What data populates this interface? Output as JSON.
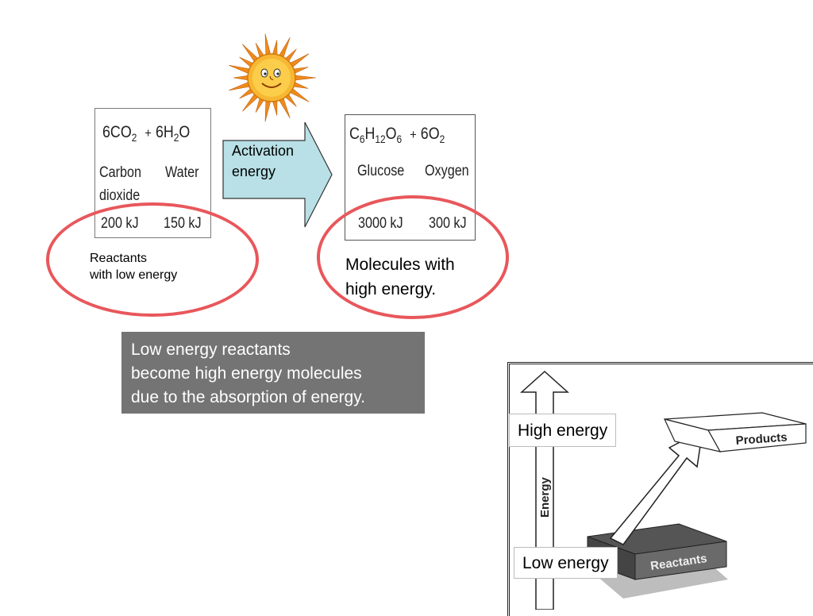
{
  "reactants_box": {
    "formula_a": "6CO",
    "formula_a_sub": "2",
    "plus": "+",
    "formula_b": "6H",
    "formula_b_sub": "2",
    "formula_b_tail": "O",
    "name_a_line1": "Carbon",
    "name_a_line2": "dioxide",
    "name_b": "Water",
    "energy_a": "200 kJ",
    "energy_b": "150 kJ"
  },
  "products_box": {
    "formula_c": "C",
    "formula_c_sub1": "6",
    "formula_c_h": "H",
    "formula_c_sub2": "12",
    "formula_c_o": "O",
    "formula_c_sub3": "6",
    "plus": "+",
    "formula_d": "6O",
    "formula_d_sub": "2",
    "name_c": "Glucose",
    "name_d": "Oxygen",
    "energy_c": "3000 kJ",
    "energy_d": "300 kJ"
  },
  "arrow": {
    "label_line1": "Activation",
    "label_line2": "energy",
    "fill_color": "#b8e0e6"
  },
  "reactants_caption": {
    "line1": "Reactants",
    "line2": "with low energy"
  },
  "products_caption": {
    "line1": "Molecules with",
    "line2": "high energy."
  },
  "summary": {
    "line1": "Low energy reactants",
    "line2": "become high energy molecules",
    "line3": "due to the absorption of energy."
  },
  "energy_diagram": {
    "axis_label": "Energy",
    "products_label": "Products",
    "reactants_label": "Reactants",
    "high_label": "High energy",
    "low_label": "Low energy"
  },
  "colors": {
    "ring": "#e8575b",
    "summary_bg": "#747474",
    "sun_core": "#f7b733",
    "sun_rays": "#f08a1c"
  },
  "icons": [
    "sun-icon"
  ]
}
